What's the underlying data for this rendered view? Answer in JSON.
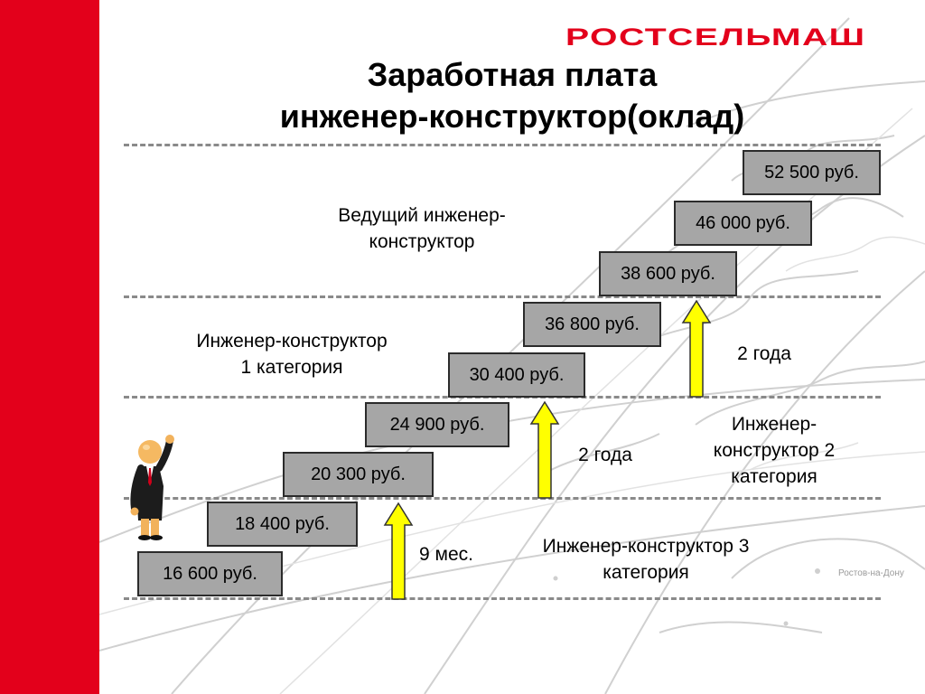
{
  "logo": "РОСТСЕЛЬМАШ",
  "title": {
    "line1": "Заработная плата",
    "line2": "инженер-конструктор(оклад)"
  },
  "steps": [
    "16 600 руб.",
    "18 400 руб.",
    "20 300 руб.",
    "24 900 руб.",
    "30 400 руб.",
    "36 800 руб.",
    "38 600 руб.",
    "46 000 руб.",
    "52 500 руб."
  ],
  "categories": {
    "lead": {
      "line1": "Ведущий инженер-",
      "line2": "конструктор"
    },
    "cat1": {
      "line1": "Инженер-конструктор",
      "line2": "1 категория"
    },
    "cat2": {
      "line1": "Инженер-",
      "line2": "конструктор 2",
      "line3": "категория"
    },
    "cat3": {
      "line1": "Инженер-конструктор 3",
      "line2": "категория"
    }
  },
  "intervals": {
    "first": "9 мес.",
    "second": "2 года",
    "third": "2 года"
  },
  "map_label": "Ростов-на-Дону",
  "colors": {
    "brand_red": "#e3001b",
    "step_fill": "#a6a6a6",
    "arrow_fill": "#ffff00"
  }
}
